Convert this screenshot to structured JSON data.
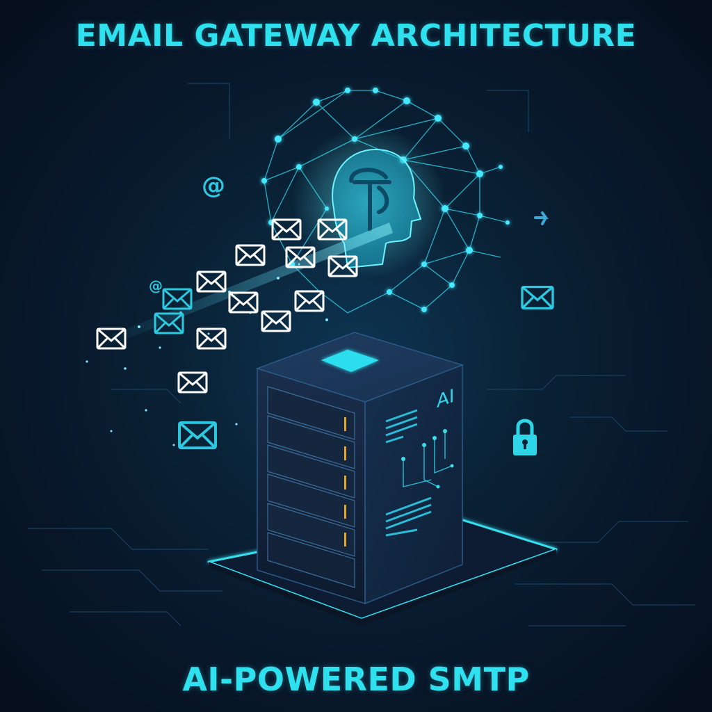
{
  "header": {
    "title": "EMAIL GATEWAY ARCHITECTURE"
  },
  "footer": {
    "subtitle": "AI-POWERED SMTP"
  },
  "server": {
    "side_label": "AI",
    "rack_units": 6
  },
  "icons": {
    "at_symbol": "@",
    "lock": "padlock-icon",
    "arrow": "arrow-right-icon",
    "envelope": "envelope-icon"
  },
  "colors": {
    "background": "#08172a",
    "accent_cyan": "#2fe0ee",
    "glow": "#35e9ff",
    "server_body": "#13243d",
    "led_amber": "#e3a52a"
  }
}
